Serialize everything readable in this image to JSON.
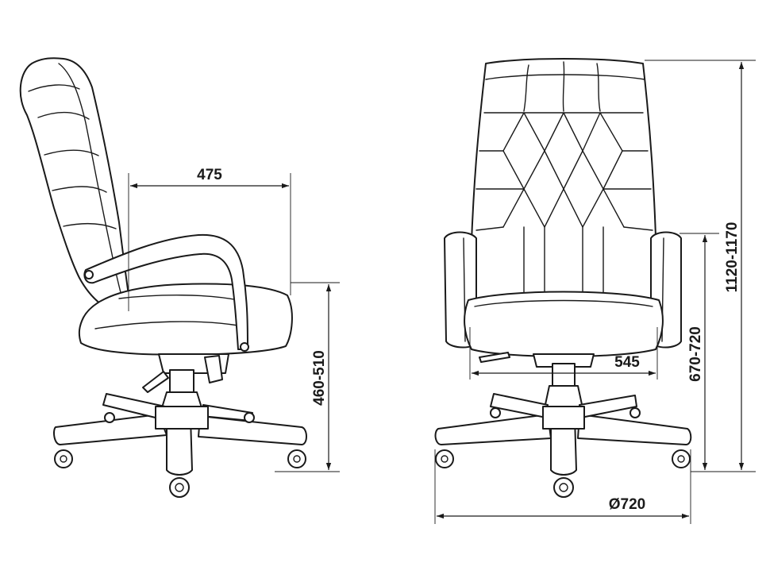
{
  "dimensions": {
    "seat_depth": "475",
    "seat_height": "460-510",
    "seat_width": "545",
    "armrest_height": "670-720",
    "total_height": "1120-1170",
    "base_diameter": "Ø720"
  },
  "colors": {
    "line": "#1a1a1a",
    "background": "#ffffff"
  }
}
